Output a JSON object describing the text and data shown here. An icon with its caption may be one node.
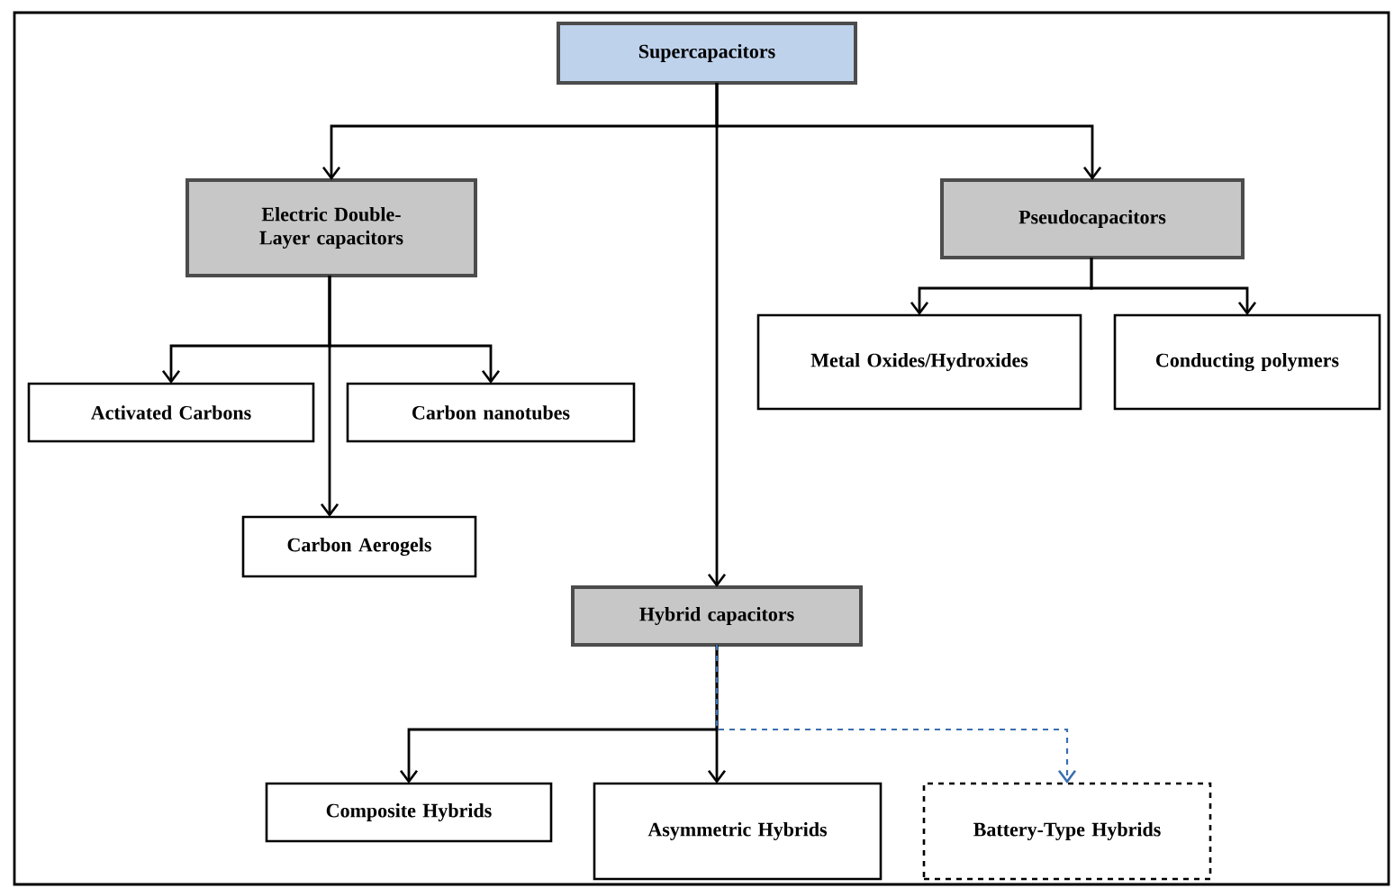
{
  "diagram": {
    "nodes": [
      {
        "text": [
          "Supercapacitors"
        ]
      },
      {
        "text": [
          "Electric Double-Layer capacitors"
        ]
      },
      {
        "text": [
          "Pseudocapacitors"
        ]
      },
      {
        "text": [
          "Activated Carbons"
        ]
      },
      {
        "text": [
          "Carbon nanotubes"
        ]
      },
      {
        "text": [
          "Metal Oxides/Hydroxides"
        ]
      },
      {
        "text": [
          "Conducting polymers"
        ]
      },
      {
        "text": [
          "Carbon Aerogels"
        ]
      },
      {
        "text": [
          "Hybrid capacitors"
        ]
      },
      {
        "text": [
          "Composite Hybrids"
        ]
      },
      {
        "text": [
          "Asymmetric Hybrids"
        ]
      },
      {
        "text": [
          "Battery-Type Hybrids"
        ]
      }
    ],
    "edges": [
      {
        "from": 0,
        "to": 1,
        "arrow": "to"
      },
      {
        "from": 0,
        "to": 2,
        "arrow": "to"
      },
      {
        "from": 0,
        "to": 8,
        "arrow": "to"
      },
      {
        "from": 1,
        "to": 3,
        "arrow": "to"
      },
      {
        "from": 1,
        "to": 4,
        "arrow": "to"
      },
      {
        "from": 1,
        "to": 7,
        "arrow": "to"
      },
      {
        "from": 2,
        "to": 5,
        "arrow": "to"
      },
      {
        "from": 2,
        "to": 6,
        "arrow": "to"
      },
      {
        "from": 8,
        "to": 9,
        "arrow": "to"
      },
      {
        "from": 8,
        "to": 10,
        "arrow": "to"
      },
      {
        "from": 8,
        "to": 11,
        "arrow": "to",
        "style": "dashed",
        "color": "#3a6fb0"
      }
    ]
  }
}
